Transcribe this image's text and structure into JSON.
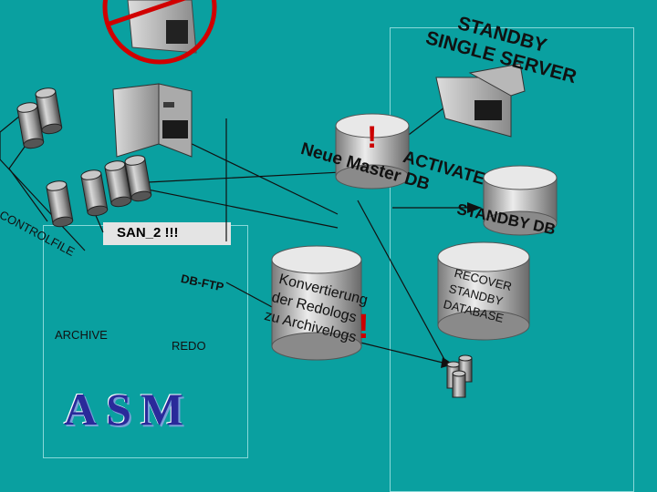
{
  "labels": {
    "standby_server": [
      "STANDBY",
      "SINGLE SERVER"
    ],
    "neue_master": "Neue Master DB",
    "activate": "ACTIVATE",
    "standby_db": "STANDBY DB",
    "controlfile": "CONTROLFILE",
    "san": "SAN_2 !!!",
    "db_ftp": "DB-FTP",
    "archive": "ARCHIVE",
    "redo": "REDO",
    "asm": "ASM",
    "konvertierung": [
      "Konvertierung",
      "der Redologs",
      "zu Archivelogs"
    ],
    "recover": [
      "RECOVER",
      "STANDBY",
      "DATABASE"
    ],
    "exclamation": "!"
  },
  "colors": {
    "background": "#0aa0a0",
    "panel_border": "#88d8d8",
    "exclamation": "#cc0000",
    "asm_text": "#2a2a9a"
  }
}
